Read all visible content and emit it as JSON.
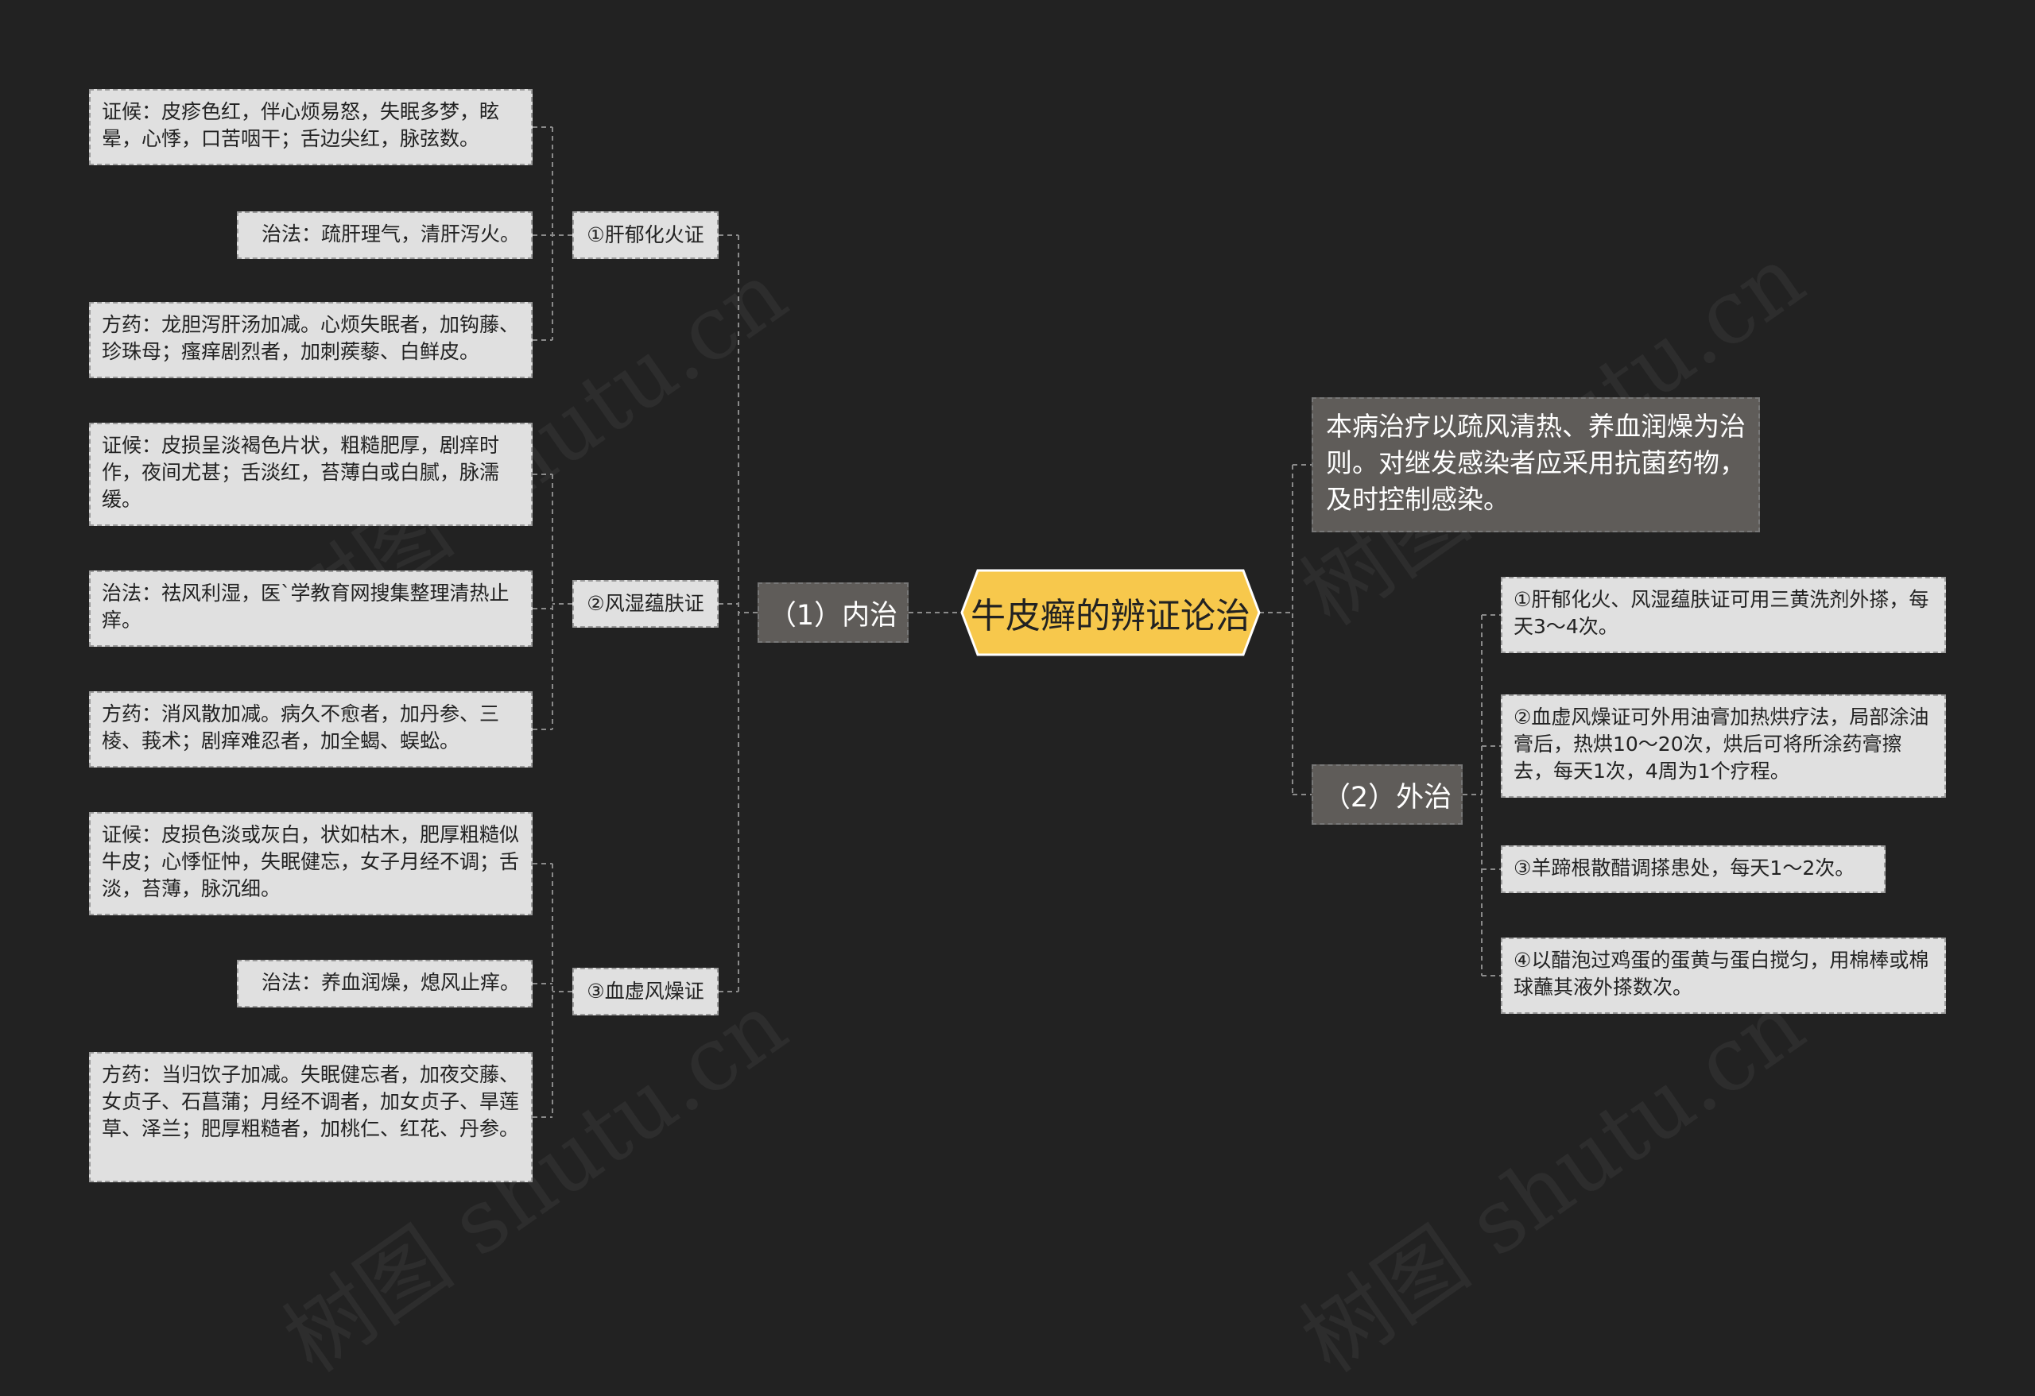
{
  "root": {
    "label": "牛皮癣的辨证论治"
  },
  "left": {
    "label": "（1）内治",
    "groups": [
      {
        "label": "①肝郁化火证",
        "items": [
          "证候：皮疹色红，伴心烦易怒，失眠多梦，眩晕，心悸，口苦咽干；舌边尖红，脉弦数。",
          "治法：疏肝理气，清肝泻火。",
          "方药：龙胆泻肝汤加减。心烦失眠者，加钩藤、珍珠母；瘙痒剧烈者，加刺蒺藜、白鲜皮。"
        ]
      },
      {
        "label": "②风湿蕴肤证",
        "items": [
          "证候：皮损呈淡褐色片状，粗糙肥厚，剧痒时作，夜间尤甚；舌淡红，苔薄白或白腻，脉濡缓。",
          "治法：祛风利湿，医`学教育网搜集整理清热止痒。",
          "方药：消风散加减。病久不愈者，加丹参、三棱、莪术；剧痒难忍者，加全蝎、蜈蚣。"
        ]
      },
      {
        "label": "③血虚风燥证",
        "items": [
          "证候：皮损色淡或灰白，状如枯木，肥厚粗糙似牛皮；心悸怔忡，失眠健忘，女子月经不调；舌淡，苔薄，脉沉细。",
          "治法：养血润燥，熄风止痒。",
          "方药：当归饮子加减。失眠健忘者，加夜交藤、女贞子、石菖蒲；月经不调者，加女贞子、旱莲草、泽兰；肥厚粗糙者，加桃仁、红花、丹参。"
        ]
      }
    ]
  },
  "right": {
    "summary": "本病治疗以疏风清热、养血润燥为治则。对继发感染者应采用抗菌药物，及时控制感染。",
    "label": "（2）外治",
    "items": [
      "①肝郁化火、风湿蕴肤证可用三黄洗剂外搽，每天3～4次。",
      "②血虚风燥证可外用油膏加热烘疗法，局部涂油膏后，热烘10～20次，烘后可将所涂药膏擦去，每天1次，4周为1个疗程。",
      "③羊蹄根散醋调搽患处，每天1～2次。",
      "④以醋泡过鸡蛋的蛋黄与蛋白搅匀，用棉棒或棉球蘸其液外搽数次。"
    ]
  },
  "watermark": "树图 shutu.cn",
  "colors": {
    "background": "#222222",
    "root_fill": "#f7c84c",
    "branch_fill": "#5f5c59",
    "leaf_fill": "#e0e0e0",
    "connector": "#8a8a8a"
  }
}
